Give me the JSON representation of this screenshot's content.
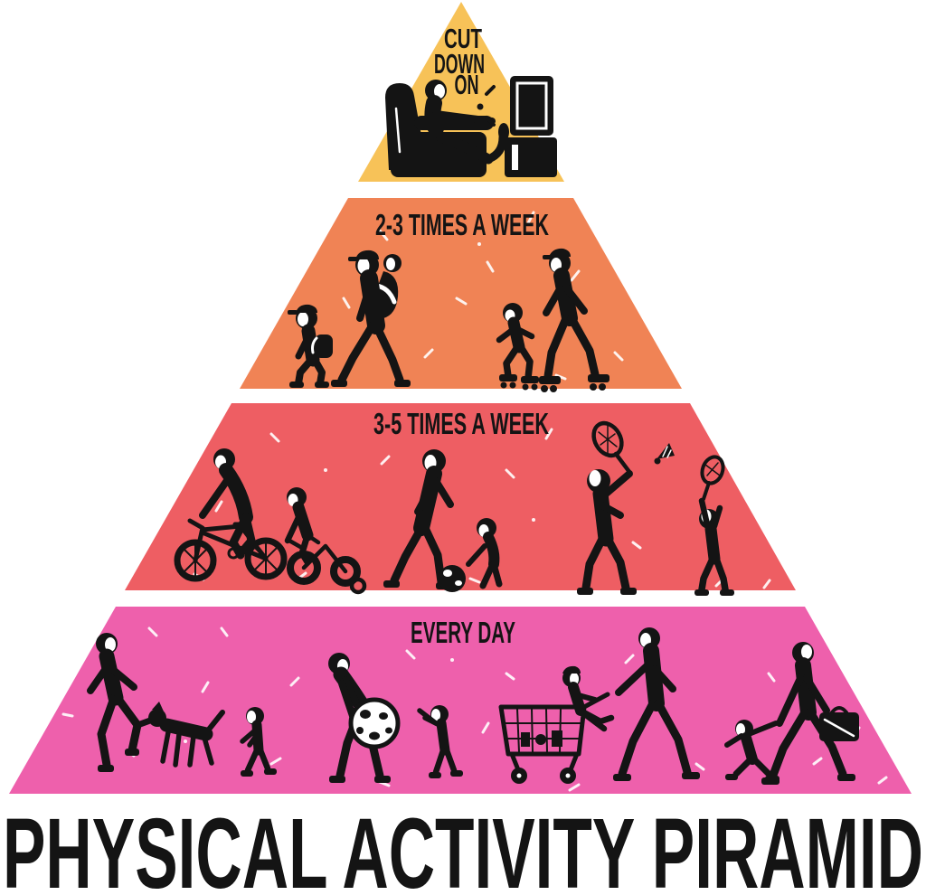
{
  "poster": {
    "title": "PHYSICAL ACTIVITY PIRAMID",
    "ink_color": "#141414",
    "background_color": "#ffffff"
  },
  "tiers": [
    {
      "name": "cut-down-on",
      "label": "CUT DOWN ON",
      "label_lines": [
        "CUT",
        "DOWN",
        "ON"
      ],
      "color": "#F7C258",
      "activities": [
        "watching-tv-in-armchair"
      ]
    },
    {
      "name": "2-3-times-a-week",
      "label": "2-3 TIMES A WEEK",
      "color": "#F08355",
      "activities": [
        "child-walking-with-backpack",
        "adult-walking-with-baby-carrier",
        "child-roller-skating",
        "adult-inline-skating"
      ]
    },
    {
      "name": "3-5-times-a-week",
      "label": "3-5 TIMES A WEEK",
      "color": "#EE5E63",
      "activities": [
        "family-cycling",
        "football-with-child",
        "badminton-with-child"
      ]
    },
    {
      "name": "every-day",
      "label": "EVERY DAY",
      "color": "#EE60AC",
      "activities": [
        "jogging-with-dog",
        "toddler-walking",
        "playing-ball-with-toddler",
        "grocery-shopping-with-cart",
        "walking-with-briefcase-and-child"
      ]
    }
  ]
}
